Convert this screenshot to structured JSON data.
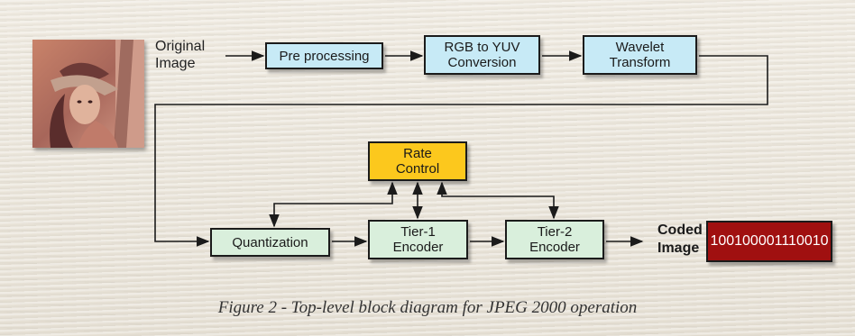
{
  "input": {
    "label": "Original\nImage"
  },
  "blocks": {
    "preprocessing": "Pre processing",
    "rgb_to_yuv": "RGB to YUV\nConversion",
    "wavelet": "Wavelet\nTransform",
    "rate_control": "Rate\nControl",
    "quantization": "Quantization",
    "tier1": "Tier-1\nEncoder",
    "tier2": "Tier-2\nEncoder"
  },
  "output": {
    "label": "Coded\nImage",
    "bits": "100100001110010"
  },
  "caption": "Figure 2 - Top-level block diagram for JPEG 2000 operation",
  "colors": {
    "stage_blue": "#c7eaf6",
    "stage_green": "#d9efdc",
    "rate_control": "#fcc81d",
    "output_red": "#a01010"
  }
}
